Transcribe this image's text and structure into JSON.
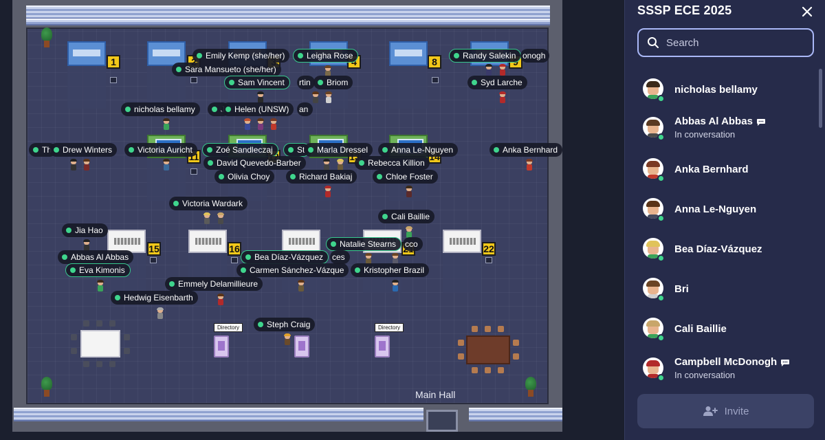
{
  "map": {
    "booth_numbers": [
      "1",
      "2",
      "3",
      "4",
      "8",
      "9",
      "11",
      "12",
      "13",
      "14",
      "15",
      "16",
      "21",
      "22"
    ],
    "directory_label": "Directory",
    "main_hall_label": "Main Hall",
    "name_tags": [
      "Emily Kemp (she/her)",
      "Leigha Rose",
      "Randy Salekin",
      "onogh",
      "Sara Mansueto (she/her)",
      "Sam Vincent",
      "rtin",
      "Briom",
      "Syd Larche",
      "nicholas bellamy",
      "J",
      "Helen (UNSW)",
      "an",
      "Th",
      "Drew Winters",
      "Victoria Auricht",
      "Zoé Sandleczaj",
      "St",
      "Marla Dressel",
      "Anna Le-Nguyen",
      "Anka Bernhard",
      "David Quevedo-Barber",
      "Rebecca Killion",
      "Olivia Choy",
      "Richard Bakiaj",
      "Chloe Foster",
      "Victoria Wardark",
      "Cali Baillie",
      "Jia Hao",
      "Natalie Stearns",
      "cco",
      "Abbas Al Abbas",
      "Bea Díaz-Vázquez",
      "ces",
      "Eva Kimonis",
      "Carmen Sánchez-Vázque",
      "Kristopher Brazil",
      "Emmely Delamillieure",
      "Hedwig Eisenbarth",
      "Steph Craig"
    ]
  },
  "sidebar": {
    "title": "SSSP ECE 2025",
    "search_placeholder": "Search",
    "participants": [
      {
        "name": "nicholas bellamy",
        "status": "",
        "hair": "#3b2a1a",
        "shirt": "#3aa35a"
      },
      {
        "name": "Abbas Al Abbas",
        "status": "In conversation",
        "hair": "#5a3a22",
        "shirt": "#4a4a4a"
      },
      {
        "name": "Anka Bernhard",
        "status": "",
        "hair": "#7a3a24",
        "shirt": "#c0392b"
      },
      {
        "name": "Anna Le-Nguyen",
        "status": "",
        "hair": "#5a3418",
        "shirt": "#444a5e"
      },
      {
        "name": "Bea Díaz-Vázquez",
        "status": "",
        "hair": "#e0c35a",
        "shirt": "#3aa35a"
      },
      {
        "name": "Bri",
        "status": "",
        "hair": "#6a4424",
        "shirt": "#d0d0d0"
      },
      {
        "name": "Cali Baillie",
        "status": "",
        "hair": "#c8a66a",
        "shirt": "#3aa35a"
      },
      {
        "name": "Campbell McDonogh",
        "status": "In conversation",
        "hair": "#b22a2a",
        "shirt": "#b22a2a"
      }
    ],
    "invite_label": "Invite"
  }
}
